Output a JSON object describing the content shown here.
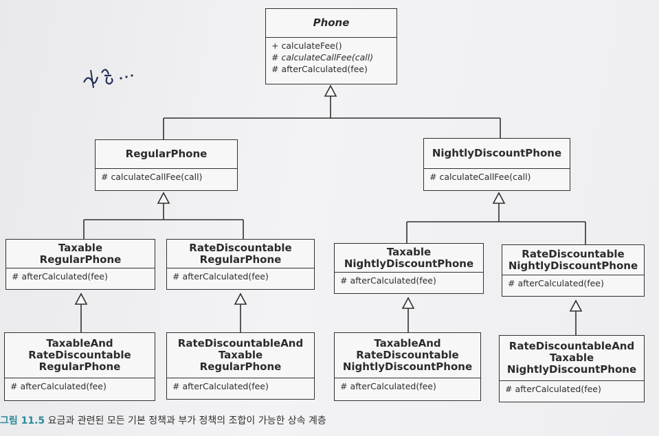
{
  "classes": {
    "phone": {
      "name": "Phone",
      "ops": [
        "+ calculateFee()",
        "# calculateCallFee(call)",
        "# afterCalculated(fee)"
      ]
    },
    "regular": {
      "name": "RegularPhone",
      "ops": [
        "# calculateCallFee(call)"
      ]
    },
    "nightly": {
      "name": "NightlyDiscountPhone",
      "ops": [
        "# calculateCallFee(call)"
      ]
    },
    "taxable_regular": {
      "name": "Taxable\nRegularPhone",
      "ops": [
        "# afterCalculated(fee)"
      ]
    },
    "rate_regular": {
      "name": "RateDiscountable\nRegularPhone",
      "ops": [
        "# afterCalculated(fee)"
      ]
    },
    "taxable_nightly": {
      "name": "Taxable\nNightlyDiscountPhone",
      "ops": [
        "# afterCalculated(fee)"
      ]
    },
    "rate_nightly": {
      "name": "RateDiscountable\nNightlyDiscountPhone",
      "ops": [
        "# afterCalculated(fee)"
      ]
    },
    "taxable_rate_regular": {
      "name": "TaxableAnd\nRateDiscountable\nRegularPhone",
      "ops": [
        "# afterCalculated(fee)"
      ]
    },
    "rate_taxable_regular": {
      "name": "RateDiscountableAnd\nTaxable\nRegularPhone",
      "ops": [
        "# afterCalculated(fee)"
      ]
    },
    "taxable_rate_nightly": {
      "name": "TaxableAnd\nRateDiscountable\nNightlyDiscountPhone",
      "ops": [
        "# afterCalculated(fee)"
      ]
    },
    "rate_taxable_nightly": {
      "name": "RateDiscountableAnd\nTaxable\nNightlyDiscountPhone",
      "ops": [
        "# afterCalculated(fee)"
      ]
    }
  },
  "caption": {
    "figure": "그림 11.5",
    "text": "요금과 관련된 모든 기본 정책과 부가 정책의 조합이 가능한 상속 계층"
  },
  "colors": {
    "line": "#2f2f2f",
    "caption_accent": "#2a8a9a"
  }
}
